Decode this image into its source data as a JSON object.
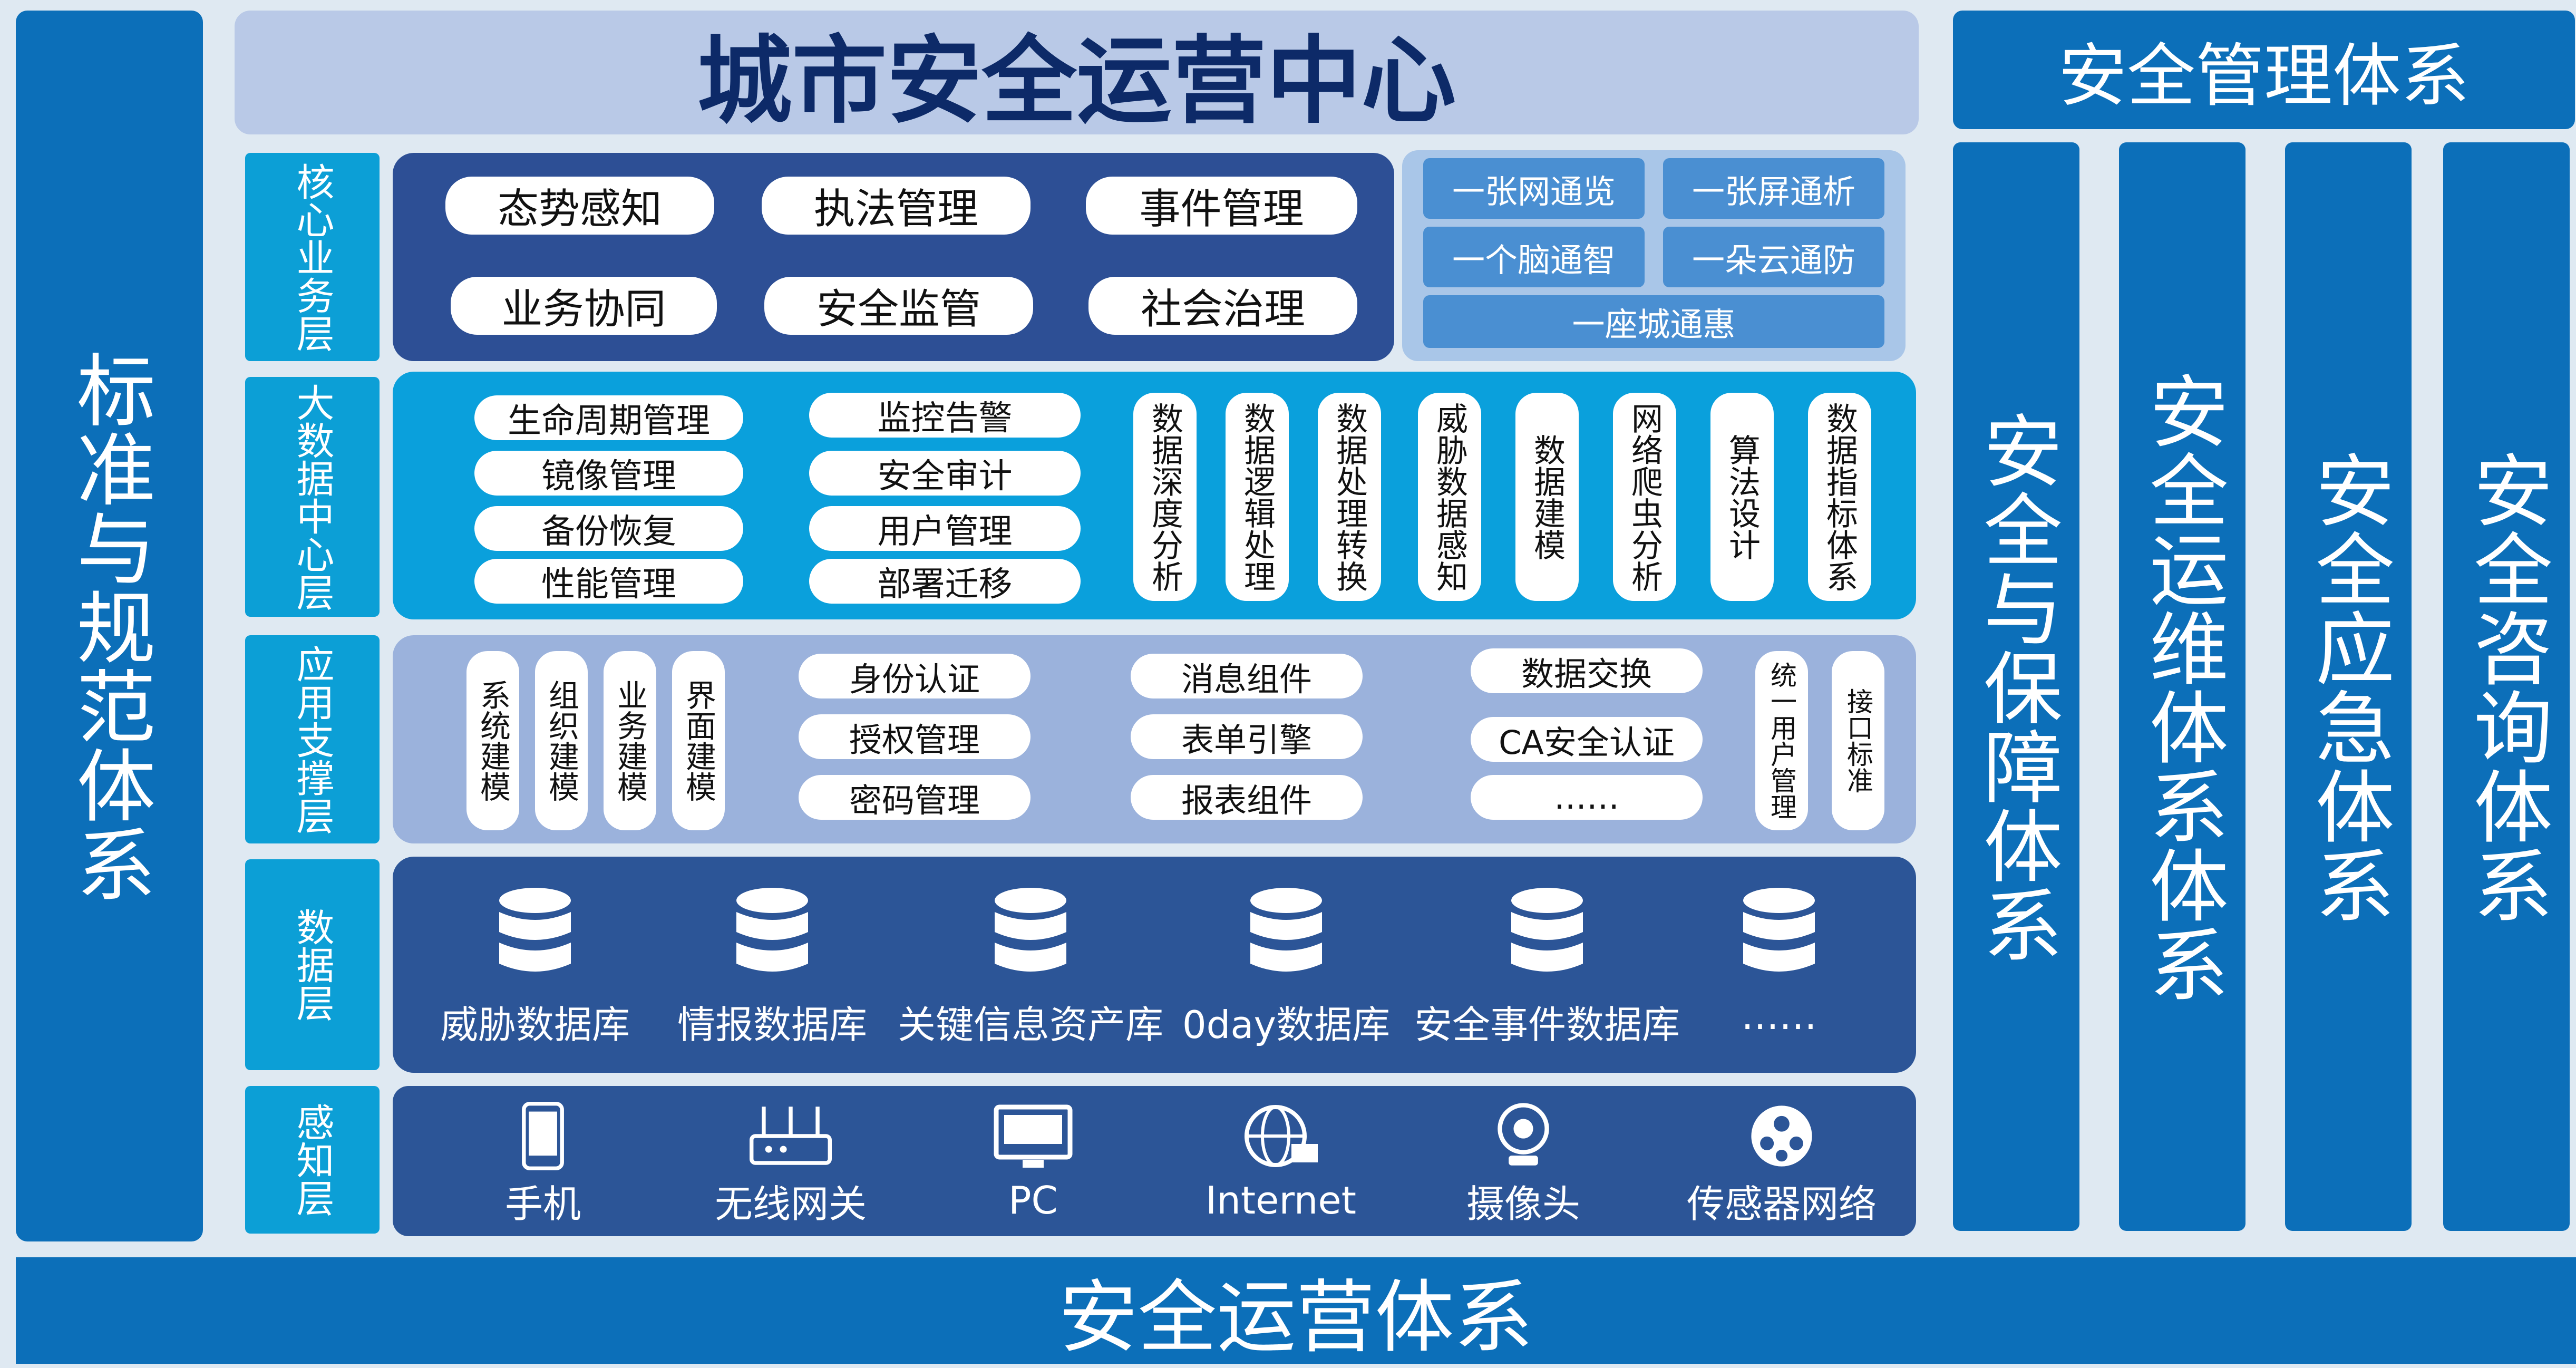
{
  "title": "城市安全运营中心",
  "left_bar": "标准与规范体系",
  "bottom_bar": "安全运营体系",
  "right": {
    "header": "安全管理体系",
    "columns": [
      "安全与保障体系",
      "安全运维体系体系",
      "安全应急体系",
      "安全咨询体系"
    ]
  },
  "layers": {
    "core": {
      "label": "核心业务层",
      "items": [
        "态势感知",
        "执法管理",
        "事件管理",
        "业务协同",
        "安全监管",
        "社会治理"
      ],
      "right_items": [
        "一张网通览",
        "一张屏通析",
        "一个脑通智",
        "一朵云通防",
        "一座城通惠"
      ]
    },
    "bigdata": {
      "label": "大数据中心层",
      "col1": [
        "生命周期管理",
        "镜像管理",
        "备份恢复",
        "性能管理"
      ],
      "col2": [
        "监控告警",
        "安全审计",
        "用户管理",
        "部署迁移"
      ],
      "vertical": [
        "数据深度分析",
        "数据逻辑处理",
        "数据处理转换",
        "威胁数据感知",
        "数据建模",
        "网络爬虫分析",
        "算法设计",
        "数据指标体系"
      ]
    },
    "app": {
      "label": "应用支撑层",
      "vertical": [
        "系统建模",
        "组织建模",
        "业务建模",
        "界面建模"
      ],
      "col1": [
        "身份认证",
        "授权管理",
        "密码管理"
      ],
      "col2": [
        "消息组件",
        "表单引擎",
        "报表组件"
      ],
      "col3": [
        "数据交换",
        "CA安全认证",
        "……"
      ],
      "vertical2": [
        "统一用户管理",
        "接口标准"
      ]
    },
    "data": {
      "label": "数据层",
      "items": [
        "威胁数据库",
        "情报数据库",
        "关键信息资产库",
        "0day数据库",
        "安全事件数据库",
        "……"
      ]
    },
    "sense": {
      "label": "感知层",
      "items": [
        {
          "label": "手机",
          "icon": "phone-icon"
        },
        {
          "label": "无线网关",
          "icon": "router-icon"
        },
        {
          "label": "PC",
          "icon": "monitor-icon"
        },
        {
          "label": "Internet",
          "icon": "globe-icon"
        },
        {
          "label": "摄像头",
          "icon": "camera-icon"
        },
        {
          "label": "传感器网络",
          "icon": "sensor-network-icon"
        }
      ]
    }
  }
}
